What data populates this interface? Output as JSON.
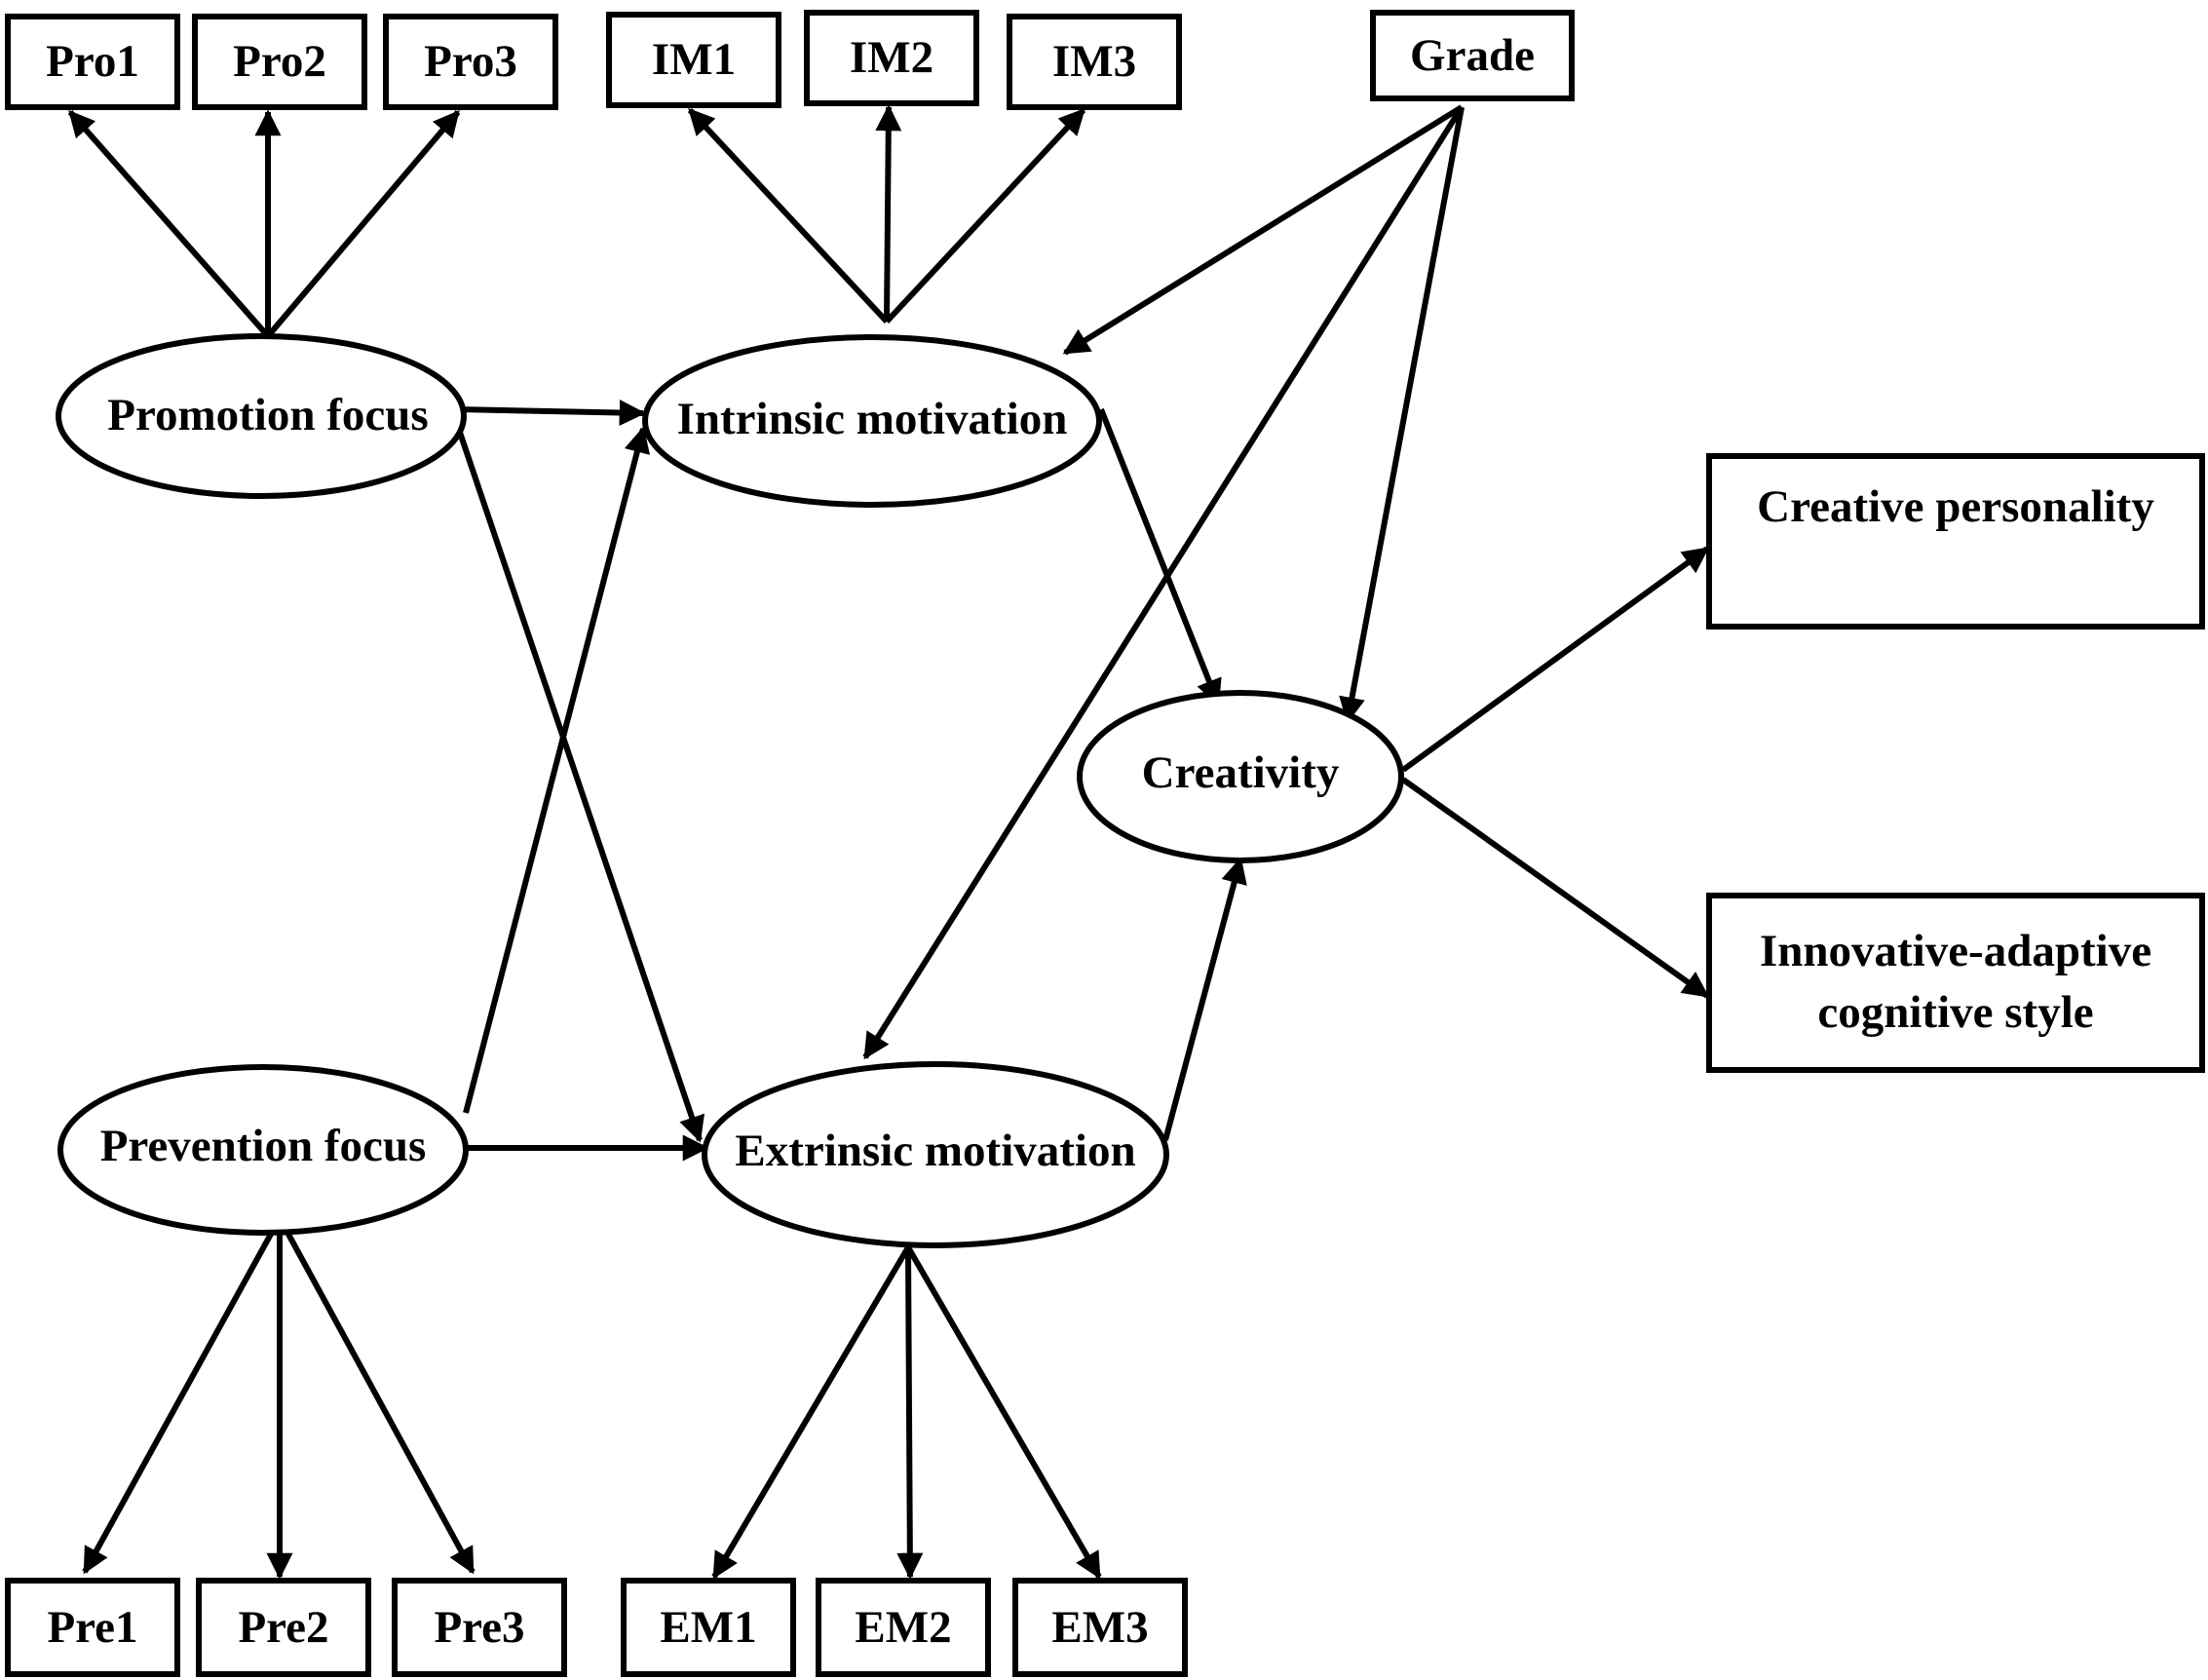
{
  "indicators": {
    "pro1": "Pro1",
    "pro2": "Pro2",
    "pro3": "Pro3",
    "im1": "IM1",
    "im2": "IM2",
    "im3": "IM3",
    "pre1": "Pre1",
    "pre2": "Pre2",
    "pre3": "Pre3",
    "em1": "EM1",
    "em2": "EM2",
    "em3": "EM3"
  },
  "control": {
    "grade": "Grade"
  },
  "latents": {
    "promotion_focus": "Promotion focus",
    "prevention_focus": "Prevention focus",
    "intrinsic_motivation": "Intrinsic motivation",
    "extrinsic_motivation": "Extrinsic motivation",
    "creativity": "Creativity"
  },
  "outcomes": {
    "creative_personality": "Creative personality",
    "cognitive_style_line1": "Innovative-adaptive",
    "cognitive_style_line2": "cognitive style"
  },
  "colors": {
    "stroke": "#000000",
    "fill": "#ffffff"
  }
}
